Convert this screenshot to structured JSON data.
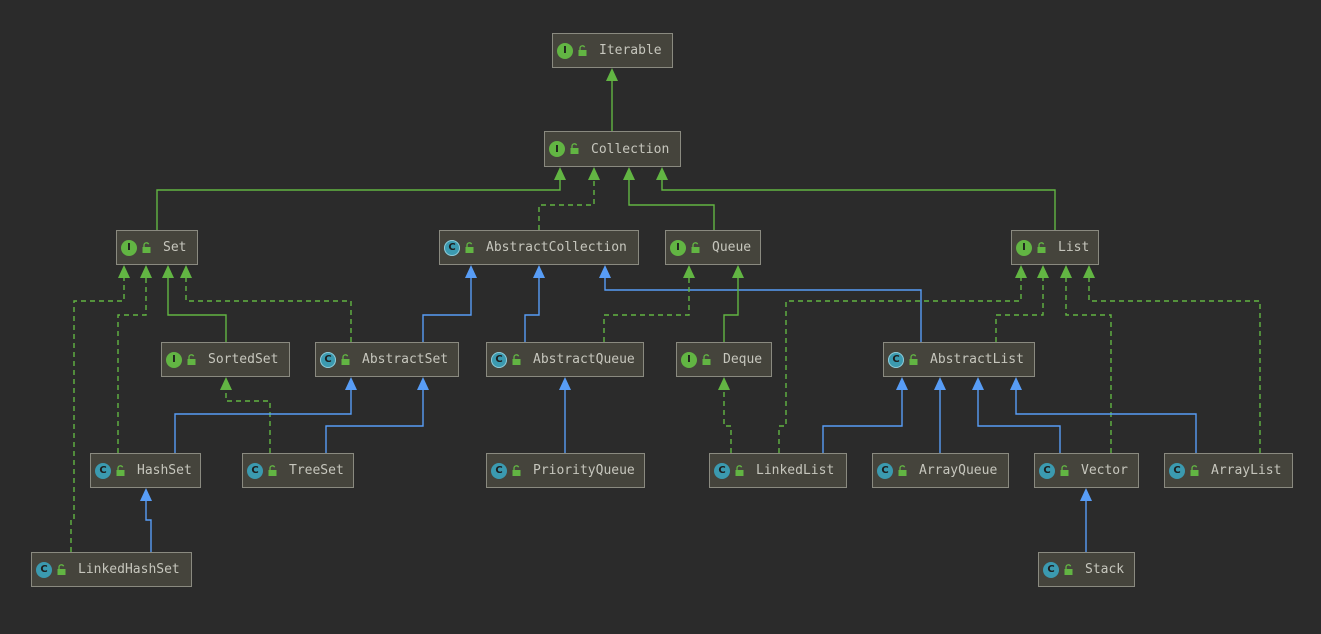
{
  "colors": {
    "background": "#2b2b2b",
    "interface_edge": "#62b543",
    "extends_edge": "#589df6",
    "interface_badge": "#62b543",
    "class_badge": "#3b9ab0"
  },
  "nodes": [
    {
      "id": "iterable",
      "label": "Iterable",
      "kind": "interface",
      "badge": "I"
    },
    {
      "id": "collection",
      "label": "Collection",
      "kind": "interface",
      "badge": "I"
    },
    {
      "id": "set",
      "label": "Set",
      "kind": "interface",
      "badge": "I"
    },
    {
      "id": "abstractcollection",
      "label": "AbstractCollection",
      "kind": "abstract",
      "badge": "C"
    },
    {
      "id": "queue",
      "label": "Queue",
      "kind": "interface",
      "badge": "I"
    },
    {
      "id": "list",
      "label": "List",
      "kind": "interface",
      "badge": "I"
    },
    {
      "id": "sortedset",
      "label": "SortedSet",
      "kind": "interface",
      "badge": "I"
    },
    {
      "id": "abstractset",
      "label": "AbstractSet",
      "kind": "abstract",
      "badge": "C"
    },
    {
      "id": "abstractqueue",
      "label": "AbstractQueue",
      "kind": "abstract",
      "badge": "C"
    },
    {
      "id": "deque",
      "label": "Deque",
      "kind": "interface",
      "badge": "I"
    },
    {
      "id": "abstractlist",
      "label": "AbstractList",
      "kind": "abstract",
      "badge": "C"
    },
    {
      "id": "hashset",
      "label": "HashSet",
      "kind": "class",
      "badge": "C"
    },
    {
      "id": "treeset",
      "label": "TreeSet",
      "kind": "class",
      "badge": "C"
    },
    {
      "id": "priorityqueue",
      "label": "PriorityQueue",
      "kind": "class",
      "badge": "C"
    },
    {
      "id": "linkedlist",
      "label": "LinkedList",
      "kind": "class",
      "badge": "C"
    },
    {
      "id": "arrayqueue",
      "label": "ArrayQueue",
      "kind": "class",
      "badge": "C"
    },
    {
      "id": "vector",
      "label": "Vector",
      "kind": "class",
      "badge": "C"
    },
    {
      "id": "arraylist",
      "label": "ArrayList",
      "kind": "class",
      "badge": "C"
    },
    {
      "id": "linkedhashset",
      "label": "LinkedHashSet",
      "kind": "class",
      "badge": "C"
    },
    {
      "id": "stack",
      "label": "Stack",
      "kind": "class",
      "badge": "C"
    }
  ],
  "edges": [
    {
      "from": "collection",
      "to": "iterable",
      "type": "extends-interface"
    },
    {
      "from": "set",
      "to": "collection",
      "type": "extends-interface"
    },
    {
      "from": "abstractcollection",
      "to": "collection",
      "type": "implements"
    },
    {
      "from": "queue",
      "to": "collection",
      "type": "extends-interface"
    },
    {
      "from": "list",
      "to": "collection",
      "type": "extends-interface"
    },
    {
      "from": "sortedset",
      "to": "set",
      "type": "extends-interface"
    },
    {
      "from": "abstractset",
      "to": "set",
      "type": "implements"
    },
    {
      "from": "hashset",
      "to": "set",
      "type": "implements"
    },
    {
      "from": "linkedhashset",
      "to": "set",
      "type": "implements"
    },
    {
      "from": "abstractset",
      "to": "abstractcollection",
      "type": "extends"
    },
    {
      "from": "abstractqueue",
      "to": "abstractcollection",
      "type": "extends"
    },
    {
      "from": "abstractlist",
      "to": "abstractcollection",
      "type": "extends"
    },
    {
      "from": "abstractqueue",
      "to": "queue",
      "type": "implements"
    },
    {
      "from": "deque",
      "to": "queue",
      "type": "extends-interface"
    },
    {
      "from": "linkedlist",
      "to": "list",
      "type": "implements"
    },
    {
      "from": "abstractlist",
      "to": "list",
      "type": "implements"
    },
    {
      "from": "vector",
      "to": "list",
      "type": "implements"
    },
    {
      "from": "arraylist",
      "to": "list",
      "type": "implements"
    },
    {
      "from": "treeset",
      "to": "sortedset",
      "type": "implements"
    },
    {
      "from": "hashset",
      "to": "abstractset",
      "type": "extends"
    },
    {
      "from": "treeset",
      "to": "abstractset",
      "type": "extends"
    },
    {
      "from": "priorityqueue",
      "to": "abstractqueue",
      "type": "extends"
    },
    {
      "from": "linkedlist",
      "to": "deque",
      "type": "implements"
    },
    {
      "from": "linkedlist",
      "to": "abstractlist",
      "type": "extends"
    },
    {
      "from": "arrayqueue",
      "to": "abstractlist",
      "type": "extends"
    },
    {
      "from": "vector",
      "to": "abstractlist",
      "type": "extends"
    },
    {
      "from": "arraylist",
      "to": "abstractlist",
      "type": "extends"
    },
    {
      "from": "linkedhashset",
      "to": "hashset",
      "type": "extends"
    },
    {
      "from": "stack",
      "to": "vector",
      "type": "extends"
    }
  ]
}
